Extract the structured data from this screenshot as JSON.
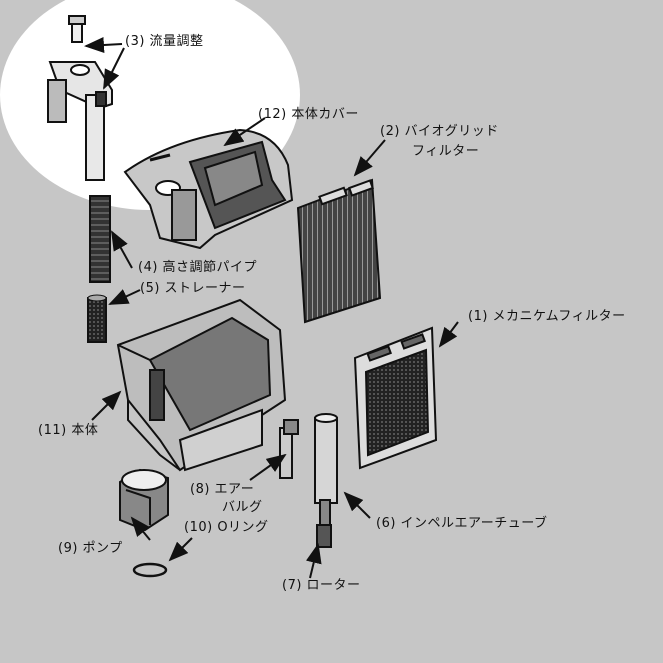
{
  "colors": {
    "background": "#c6c6c6",
    "highlight": "#ffffff",
    "line": "#111111"
  },
  "labels": {
    "flow_control": "(3) 流量調整",
    "body_cover": "(12) 本体カバー",
    "bio_grid_line1": "(2) バイオグリッド",
    "bio_grid_line2": "フィルター",
    "height_pipe": "(4) 高さ調節パイプ",
    "strainer": "(5) ストレーナー",
    "mechanical_filter": "(1) メカニケムフィルター",
    "main_body": "(11) 本体",
    "air_valve_line1": "(8) エアー",
    "air_valve_line2": "バルグ",
    "impeller_tube": "(6) インペルエアーチューブ",
    "pump": "(9) ポンプ",
    "o_ring": "(10) Oリング",
    "rotor": "(7) ローター"
  }
}
